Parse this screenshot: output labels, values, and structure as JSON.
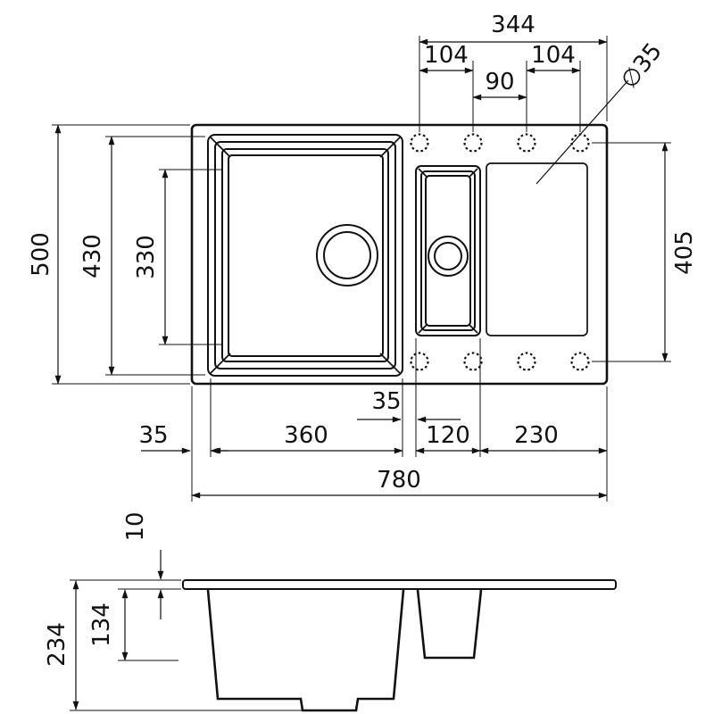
{
  "drawing": {
    "type": "technical-drawing",
    "subject": "Kitchen sink with main bowl, half bowl and drainer - dimensioned top view and section view",
    "units": "mm",
    "colors": {
      "line": "#111111",
      "background": "#ffffff"
    },
    "top_view": {
      "overall_width": "780",
      "overall_height": "500",
      "faucet_hole_span": "344",
      "hole_spacing_left": "104",
      "hole_spacing_center": "90",
      "hole_spacing_right": "104",
      "hole_diameter": "∅35",
      "main_bowl_length": "430",
      "main_bowl_inner_length": "330",
      "drainer_length": "405",
      "edge_margin": "35",
      "main_bowl_width": "360",
      "bowl_gap": "35",
      "half_bowl_width": "120",
      "drainer_width": "230"
    },
    "section_view": {
      "rim_height": "10",
      "half_bowl_depth": "134",
      "main_bowl_depth": "234"
    }
  }
}
